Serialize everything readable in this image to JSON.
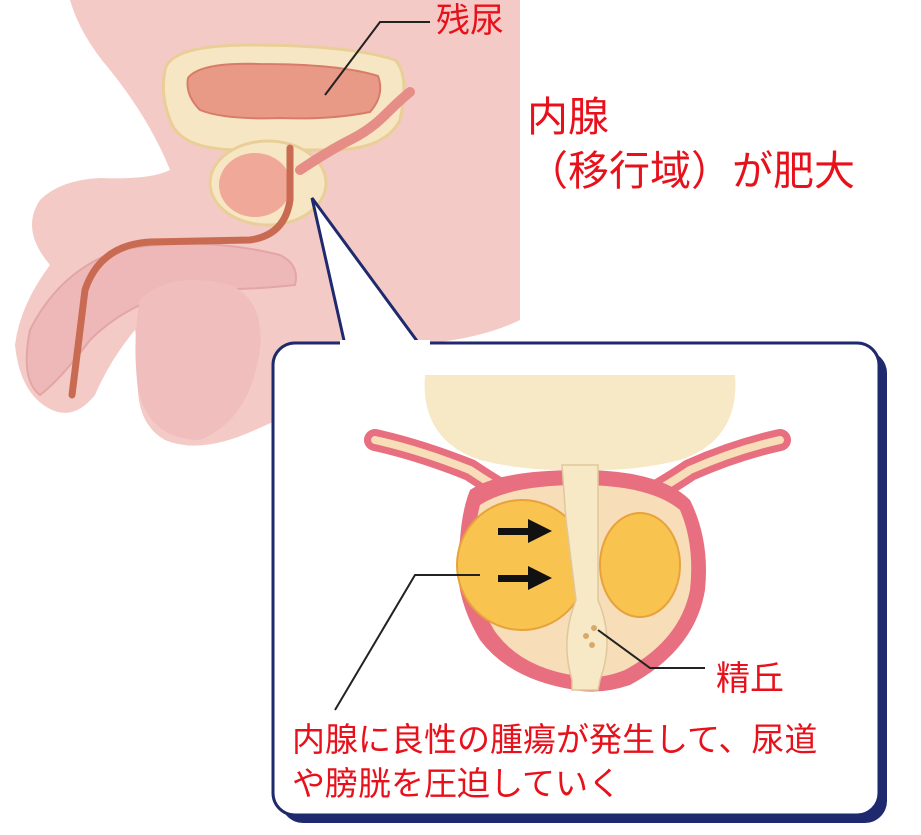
{
  "labels": {
    "residual_urine": "残尿",
    "inner_gland_line1": "内腺",
    "inner_gland_line2": "（移行域）が肥大",
    "seminal_colliculus": "精丘"
  },
  "caption": {
    "line1": "内腺に良性の腫瘍が発生して、尿道",
    "line2": "や膀胱を圧迫していく"
  },
  "colors": {
    "text": "#e8111b",
    "skin": "#f4cac6",
    "bladder": "#f6e6c4",
    "prostate_wall": "#e86f80",
    "adenoma": "#f8c34f",
    "callout_shadow": "#1f2a6e"
  }
}
